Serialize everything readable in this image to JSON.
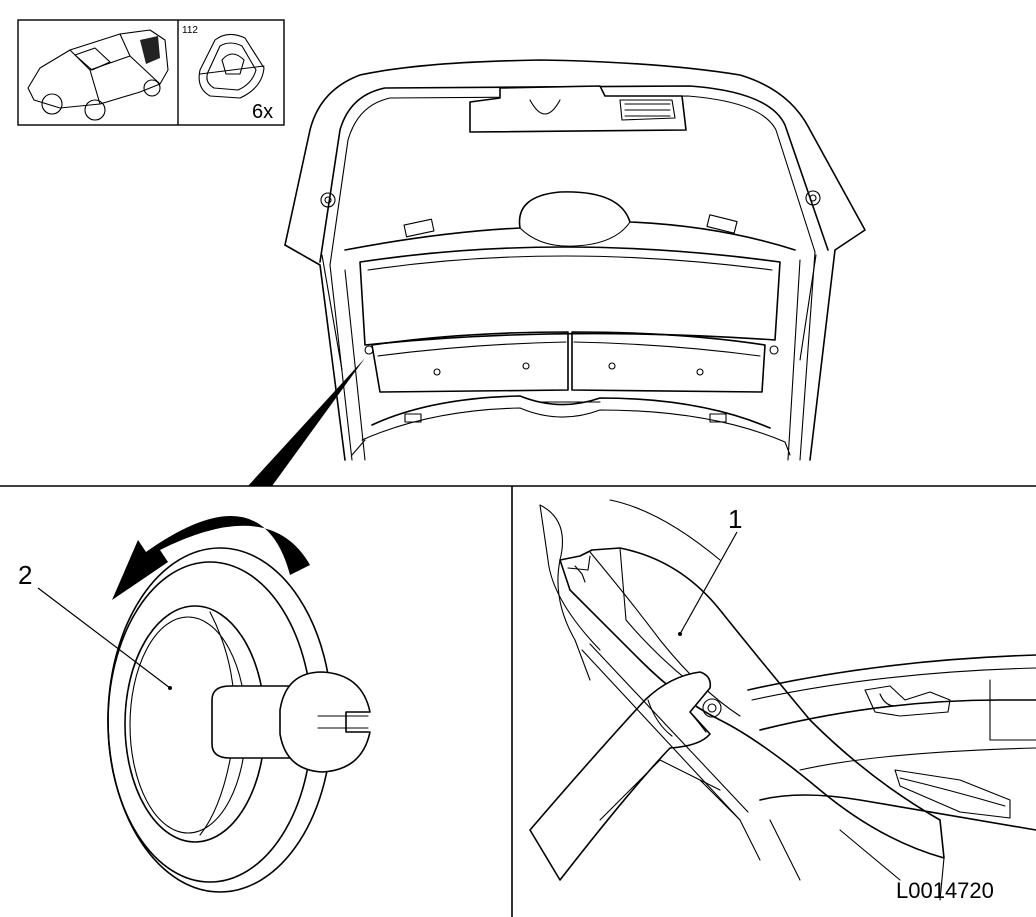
{
  "inset": {
    "page_ref": "112",
    "quantity": "6x"
  },
  "callouts": {
    "part_1": "1",
    "part_2": "2"
  },
  "figure_code": "L0014720",
  "icons": [
    "vehicle-location-icon",
    "trim-clip-icon",
    "rotate-arrow-icon"
  ]
}
